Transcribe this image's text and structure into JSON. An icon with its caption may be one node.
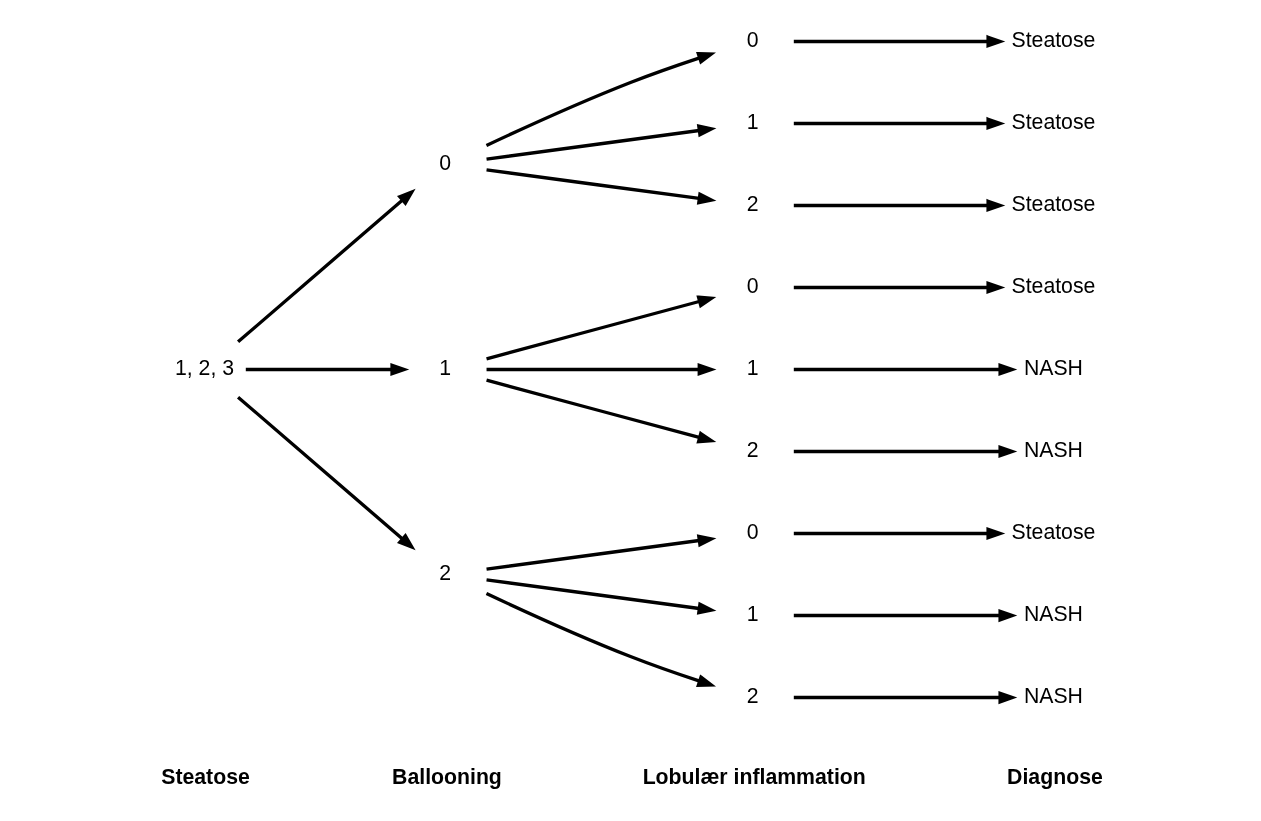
{
  "diagram": {
    "nodes": [
      {
        "text": [
          "1, 2, 3"
        ]
      },
      {
        "text": [
          "0"
        ]
      },
      {
        "text": [
          "1"
        ]
      },
      {
        "text": [
          "2"
        ]
      },
      {
        "text": [
          "0"
        ]
      },
      {
        "text": [
          "1"
        ]
      },
      {
        "text": [
          "2"
        ]
      },
      {
        "text": [
          "0"
        ]
      },
      {
        "text": [
          "1"
        ]
      },
      {
        "text": [
          "2"
        ]
      },
      {
        "text": [
          "0"
        ]
      },
      {
        "text": [
          "1"
        ]
      },
      {
        "text": [
          "2"
        ]
      },
      {
        "text": [
          "Steatose"
        ]
      },
      {
        "text": [
          "Steatose"
        ]
      },
      {
        "text": [
          "Steatose"
        ]
      },
      {
        "text": [
          "Steatose"
        ]
      },
      {
        "text": [
          "NASH"
        ]
      },
      {
        "text": [
          "NASH"
        ]
      },
      {
        "text": [
          "Steatose"
        ]
      },
      {
        "text": [
          "NASH"
        ]
      },
      {
        "text": [
          "NASH"
        ]
      }
    ],
    "edges": [
      {
        "from": 0,
        "to": 1,
        "arrow": "to"
      },
      {
        "from": 0,
        "to": 2,
        "arrow": "to"
      },
      {
        "from": 0,
        "to": 3,
        "arrow": "to"
      },
      {
        "from": 1,
        "to": 4,
        "arrow": "to"
      },
      {
        "from": 1,
        "to": 5,
        "arrow": "to"
      },
      {
        "from": 1,
        "to": 6,
        "arrow": "to"
      },
      {
        "from": 2,
        "to": 7,
        "arrow": "to"
      },
      {
        "from": 2,
        "to": 8,
        "arrow": "to"
      },
      {
        "from": 2,
        "to": 9,
        "arrow": "to"
      },
      {
        "from": 3,
        "to": 10,
        "arrow": "to"
      },
      {
        "from": 3,
        "to": 11,
        "arrow": "to"
      },
      {
        "from": 3,
        "to": 12,
        "arrow": "to"
      },
      {
        "from": 4,
        "to": 13,
        "arrow": "to"
      },
      {
        "from": 5,
        "to": 14,
        "arrow": "to"
      },
      {
        "from": 6,
        "to": 15,
        "arrow": "to"
      },
      {
        "from": 7,
        "to": 16,
        "arrow": "to"
      },
      {
        "from": 8,
        "to": 17,
        "arrow": "to"
      },
      {
        "from": 9,
        "to": 18,
        "arrow": "to"
      },
      {
        "from": 10,
        "to": 19,
        "arrow": "to"
      },
      {
        "from": 11,
        "to": 20,
        "arrow": "to"
      },
      {
        "from": 12,
        "to": 21,
        "arrow": "to"
      }
    ],
    "labels": [
      "Steatose",
      "Ballooning",
      "Lobulær inflammation",
      "Diagnose"
    ]
  }
}
